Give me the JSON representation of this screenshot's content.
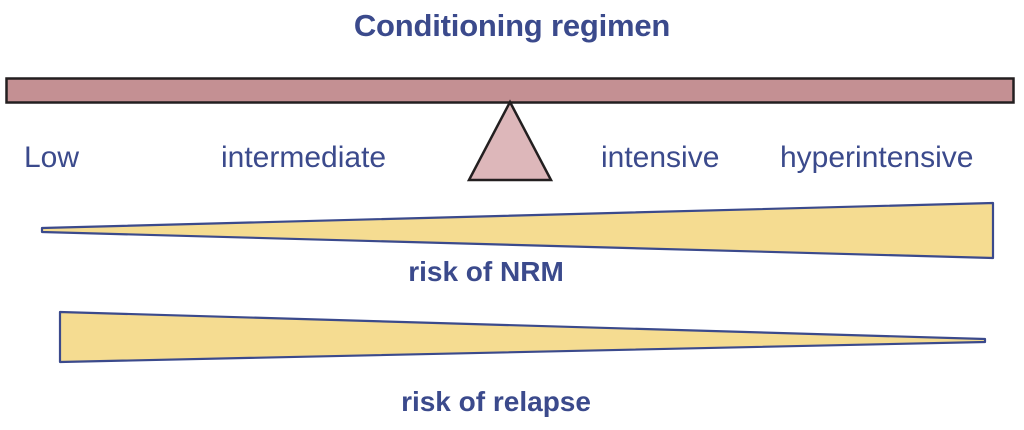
{
  "title": "Conditioning regimen",
  "scale": {
    "labels": [
      {
        "id": "low",
        "text": "Low"
      },
      {
        "id": "inter",
        "text": "intermediate"
      },
      {
        "id": "intens",
        "text": "intensive"
      },
      {
        "id": "hyper",
        "text": "hyperintensive"
      }
    ]
  },
  "wedges": {
    "nrm": {
      "caption": "risk of NRM",
      "direction": "increases-left-to-right"
    },
    "relapse": {
      "caption": "risk of relapse",
      "direction": "decreases-left-to-right"
    }
  },
  "colors": {
    "text_blue": "#3b4a8c",
    "beam_fill": "#c49093",
    "fulcrum_fill": "#ddb7ba",
    "wedge_fill": "#f5dc91",
    "outline_dark": "#231f20",
    "wedge_outline": "#3b4a8c",
    "background": "#ffffff"
  },
  "chart_data": {
    "type": "diagram",
    "title": "Conditioning regimen",
    "description": "Balance-beam schematic: conditioning regimen intensity scale with two opposing risk wedges.",
    "axis_categories": [
      "Low",
      "intermediate",
      "intensive",
      "hyperintensive"
    ],
    "series": [
      {
        "name": "risk of NRM",
        "values": [
          0,
          1,
          2,
          3
        ],
        "trend": "increasing"
      },
      {
        "name": "risk of relapse",
        "values": [
          3,
          2,
          1,
          0
        ],
        "trend": "decreasing"
      }
    ],
    "legend": [
      "risk of NRM",
      "risk of relapse"
    ],
    "grid": false
  }
}
